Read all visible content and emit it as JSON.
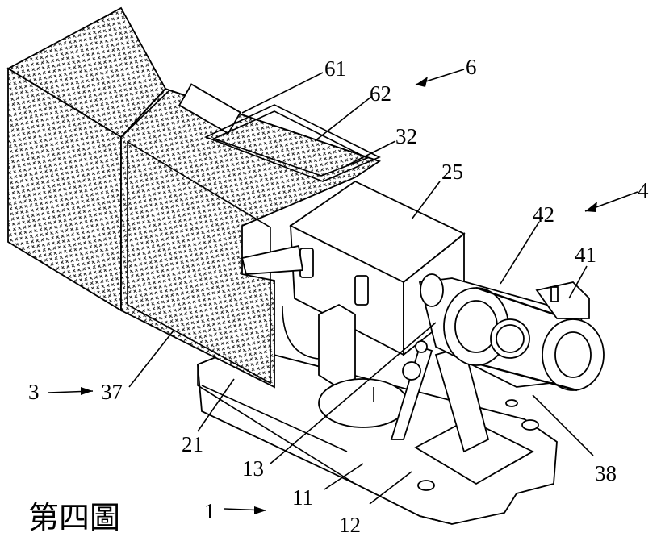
{
  "labels": {
    "l61": "61",
    "l6": "6",
    "l62": "62",
    "l32": "32",
    "l25": "25",
    "l4": "4",
    "l42": "42",
    "l41": "41",
    "l3": "3",
    "l37": "37",
    "l21": "21",
    "l13": "13",
    "l11": "11",
    "l1": "1",
    "l12": "12",
    "l38": "38"
  },
  "caption": "第四圖"
}
